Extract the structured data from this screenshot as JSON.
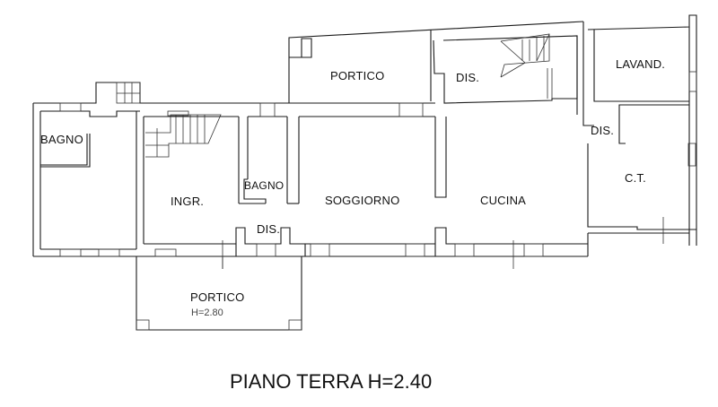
{
  "plan": {
    "title": "PIANO TERRA H=2.40",
    "rooms": {
      "bagno_left": "BAGNO",
      "ingr": "INGR.",
      "bagno_mid": "BAGNO",
      "dis_mid": "DIS.",
      "soggiorno": "SOGGIORNO",
      "cucina": "CUCINA",
      "portico_top": "PORTICO",
      "dis_top": "DIS.",
      "lavand": "LAVAND.",
      "dis_right": "DIS.",
      "ct": "C.T.",
      "portico_bottom": "PORTICO",
      "portico_bottom_height": "H=2.80"
    }
  }
}
